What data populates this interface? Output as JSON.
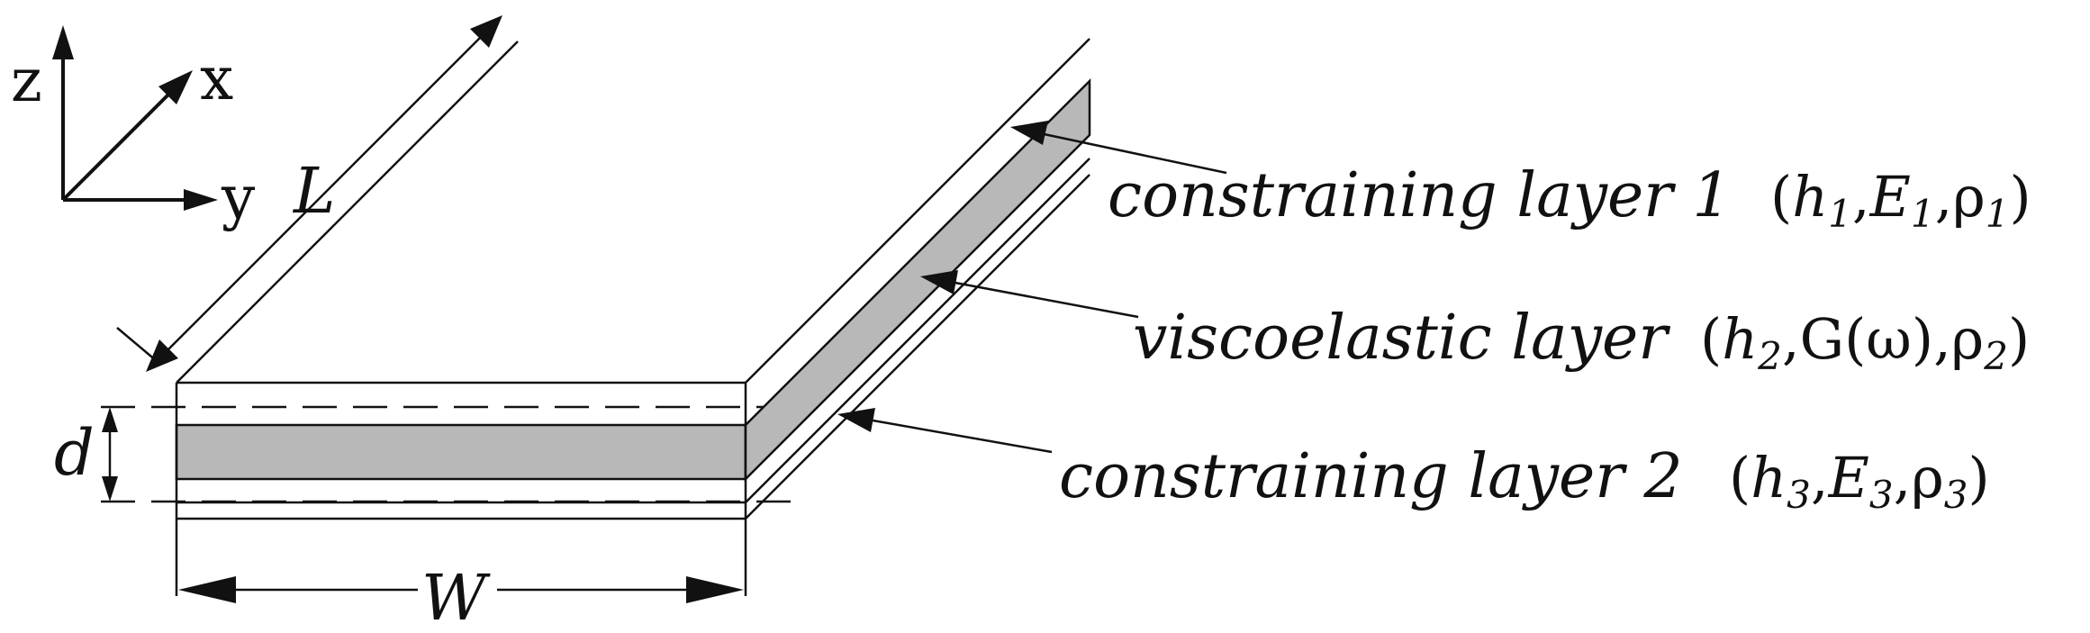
{
  "axes": {
    "z": "z",
    "x": "x",
    "y": "y"
  },
  "dimensions": {
    "length": "L",
    "width": "W",
    "thickness": "d"
  },
  "layers": [
    {
      "name": "constraining layer 1",
      "params": {
        "h": "h",
        "h_sub": "1",
        "mod": "E",
        "mod_sub": "1",
        "rho": "ρ",
        "rho_sub": "1"
      }
    },
    {
      "name": "viscoelastic layer",
      "params": {
        "h": "h",
        "h_sub": "2",
        "mod": "G(ω)",
        "rho": "ρ",
        "rho_sub": "2"
      }
    },
    {
      "name": "constraining layer 2",
      "params": {
        "h": "h",
        "h_sub": "3",
        "mod": "E",
        "mod_sub": "3",
        "rho": "ρ",
        "rho_sub": "3"
      }
    }
  ],
  "colors": {
    "line": "#111111",
    "viscoelastic_fill": "#b8b8b8",
    "background": "#ffffff"
  }
}
